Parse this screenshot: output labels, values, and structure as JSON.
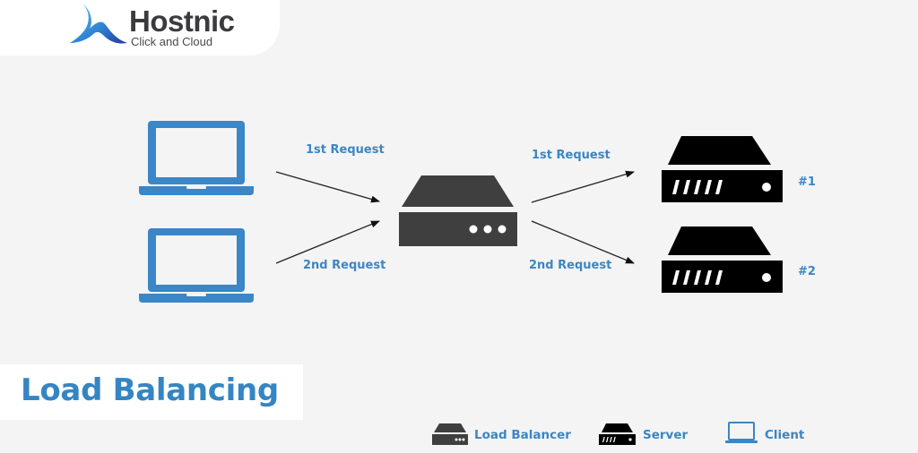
{
  "brand": {
    "name": "Hostnic",
    "tagline": "Click and Cloud"
  },
  "title": "Load Balancing",
  "diagram": {
    "left_requests": {
      "first": "1st Request",
      "second": "2nd Request"
    },
    "right_requests": {
      "first": "1st Request",
      "second": "2nd Request"
    },
    "servers": [
      {
        "label": "#1"
      },
      {
        "label": "#2"
      }
    ],
    "clients_count": 2
  },
  "legend": [
    {
      "icon": "load-balancer-icon",
      "label": "Load Balancer"
    },
    {
      "icon": "server-icon",
      "label": "Server"
    },
    {
      "icon": "client-laptop-icon",
      "label": "Client"
    }
  ],
  "colors": {
    "accent_blue": "#3585c3",
    "load_balancer_gray": "#3f3f3f",
    "server_black": "#000000",
    "background": "#f4f4f4"
  }
}
